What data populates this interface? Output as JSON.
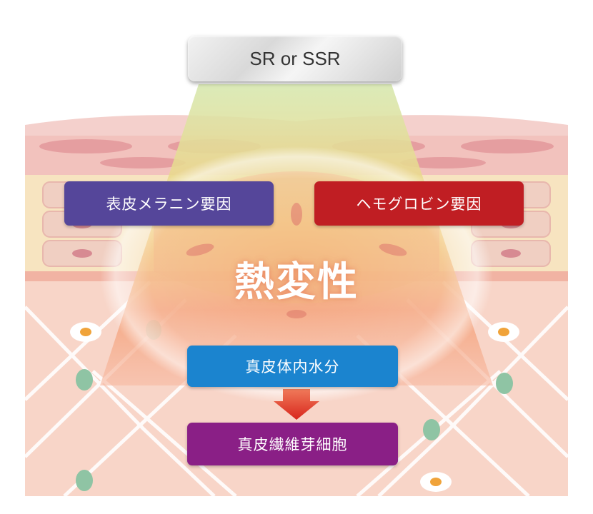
{
  "device": {
    "label": "SR or SSR"
  },
  "factors": {
    "melanin": "表皮メラニン要因",
    "hemoglobin": "ヘモグロビン要因"
  },
  "center": {
    "label": "熱変性"
  },
  "flow": {
    "top": "真皮体内水分",
    "bottom": "真皮繊維芽細胞"
  },
  "colors": {
    "melanin": "#55469a",
    "hemoglobin": "#c01e23",
    "water": "#1b84cf",
    "fibroblast": "#8a1f86",
    "arrow": "#e03a2a"
  }
}
